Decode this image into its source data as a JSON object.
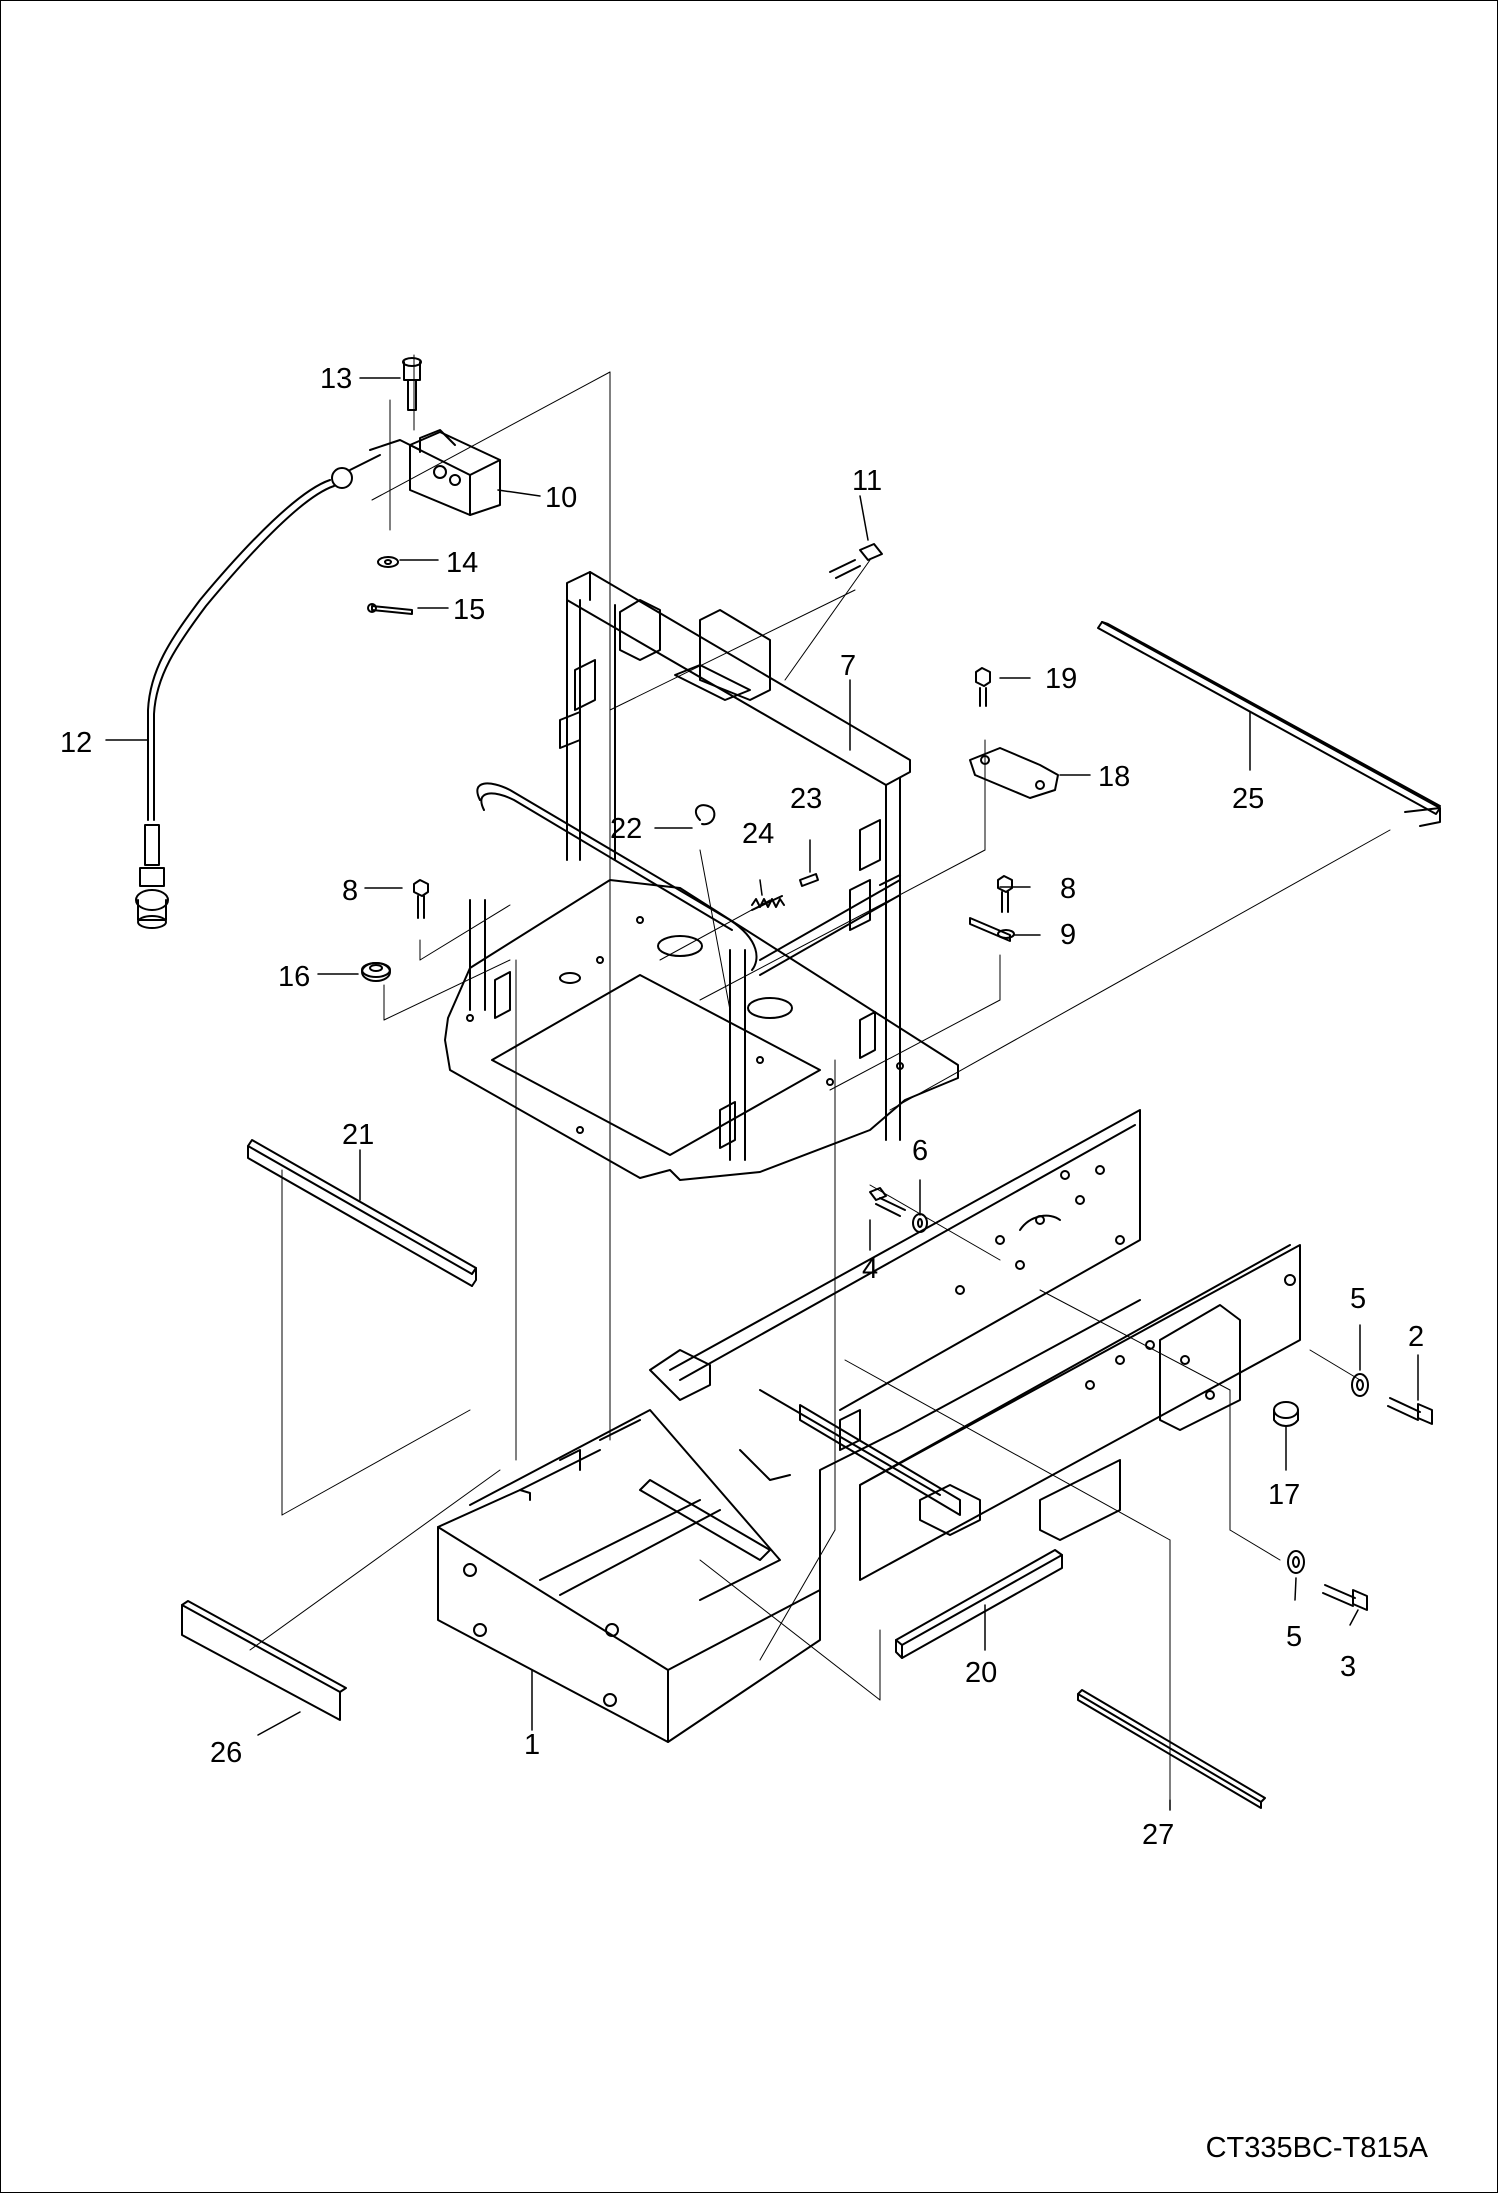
{
  "document_code": "CT335BC-T815A",
  "callouts": {
    "c1": "1",
    "c2": "2",
    "c3": "3",
    "c4": "4",
    "c5a": "5",
    "c5b": "5",
    "c6": "6",
    "c7": "7",
    "c8a": "8",
    "c8b": "8",
    "c9": "9",
    "c10": "10",
    "c11": "11",
    "c12": "12",
    "c13": "13",
    "c14": "14",
    "c15": "15",
    "c16": "16",
    "c17": "17",
    "c18": "18",
    "c19": "19",
    "c20": "20",
    "c21": "21",
    "c22": "22",
    "c23": "23",
    "c24": "24",
    "c25": "25",
    "c26": "26",
    "c27": "27"
  },
  "colors": {
    "ink": "#000000",
    "paper": "#ffffff"
  }
}
